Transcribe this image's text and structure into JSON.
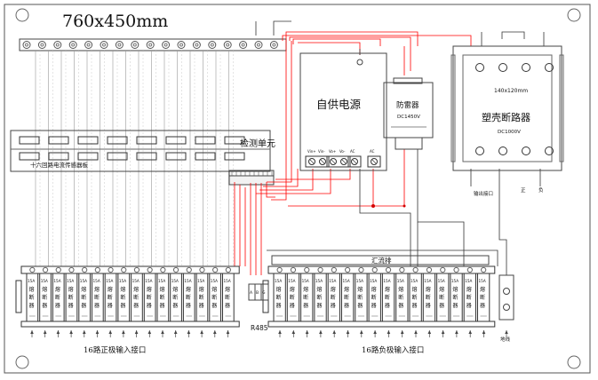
{
  "title": "760x450mm",
  "detection_unit_label": "检测单元",
  "sensor_board_label": "十六回路电流传感器板",
  "power_supply_label": "自供电源",
  "power_terminals": [
    "Vin+",
    "Vin-",
    "Vo+",
    "Vo-",
    "AC",
    "AC"
  ],
  "spd_label": "防雷器",
  "spd_rating": "DC1450V",
  "breaker_size": "140x120mm",
  "breaker_label": "塑壳断路器",
  "breaker_rating": "DC1000V",
  "output_label": "输出接口",
  "breaker_bottom_labels": [
    "正",
    "负"
  ],
  "busbar_label": "汇流排",
  "rs485_label": "R485",
  "rs485_terminal_labels": [
    "A",
    "B",
    "G"
  ],
  "positive_input_label": "16路正极输入接口",
  "negative_input_label": "16路负极输入接口",
  "ground_label": "地线",
  "fuse": {
    "rating": "15A",
    "name": [
      "熔",
      "断",
      "器"
    ]
  },
  "fuse_counts": {
    "positive": 16,
    "negative": 16
  },
  "colors": {
    "wire": "#ff0000",
    "line": "#333333",
    "junction": "#d40000"
  }
}
